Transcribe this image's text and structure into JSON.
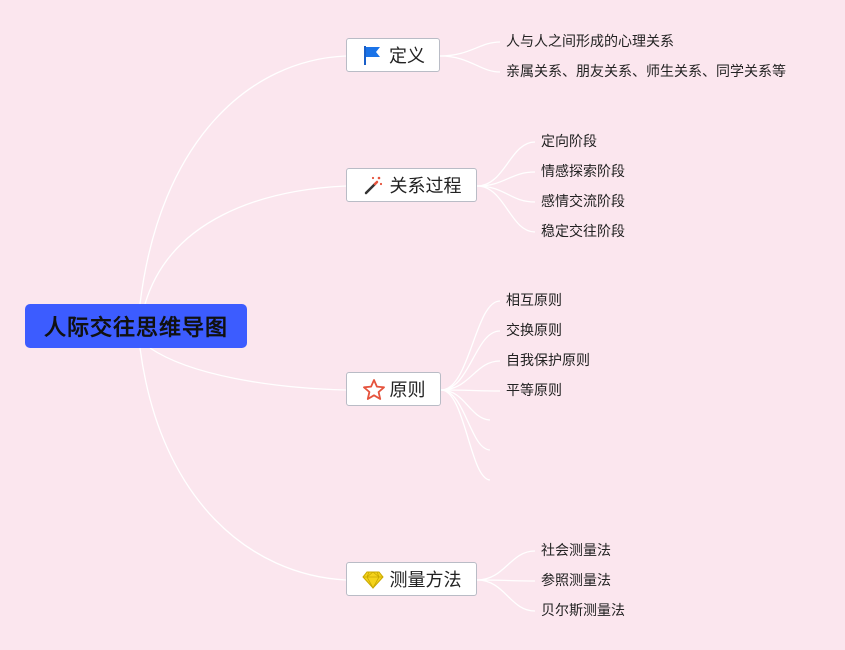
{
  "root": {
    "label": "人际交往思维导图"
  },
  "branches": [
    {
      "label": "定义",
      "icon": "flag-icon",
      "children": [
        "人与人之间形成的心理关系",
        "亲属关系、朋友关系、师生关系、同学关系等"
      ]
    },
    {
      "label": "关系过程",
      "icon": "magic-wand-icon",
      "children": [
        "定向阶段",
        "情感探索阶段",
        "感情交流阶段",
        "稳定交往阶段"
      ]
    },
    {
      "label": "原则",
      "icon": "star-icon",
      "children": [
        "相互原则",
        "交换原则",
        "自我保护原则",
        "平等原则"
      ]
    },
    {
      "label": "测量方法",
      "icon": "diamond-icon",
      "children": [
        "社会测量法",
        "参照测量法",
        "贝尔斯测量法"
      ]
    }
  ],
  "colors": {
    "root_bg": "#3c5cff",
    "background": "#fbe6ee",
    "flag": "#1a73e8",
    "star": "#e5533d",
    "diamond": "#f4d31c"
  }
}
